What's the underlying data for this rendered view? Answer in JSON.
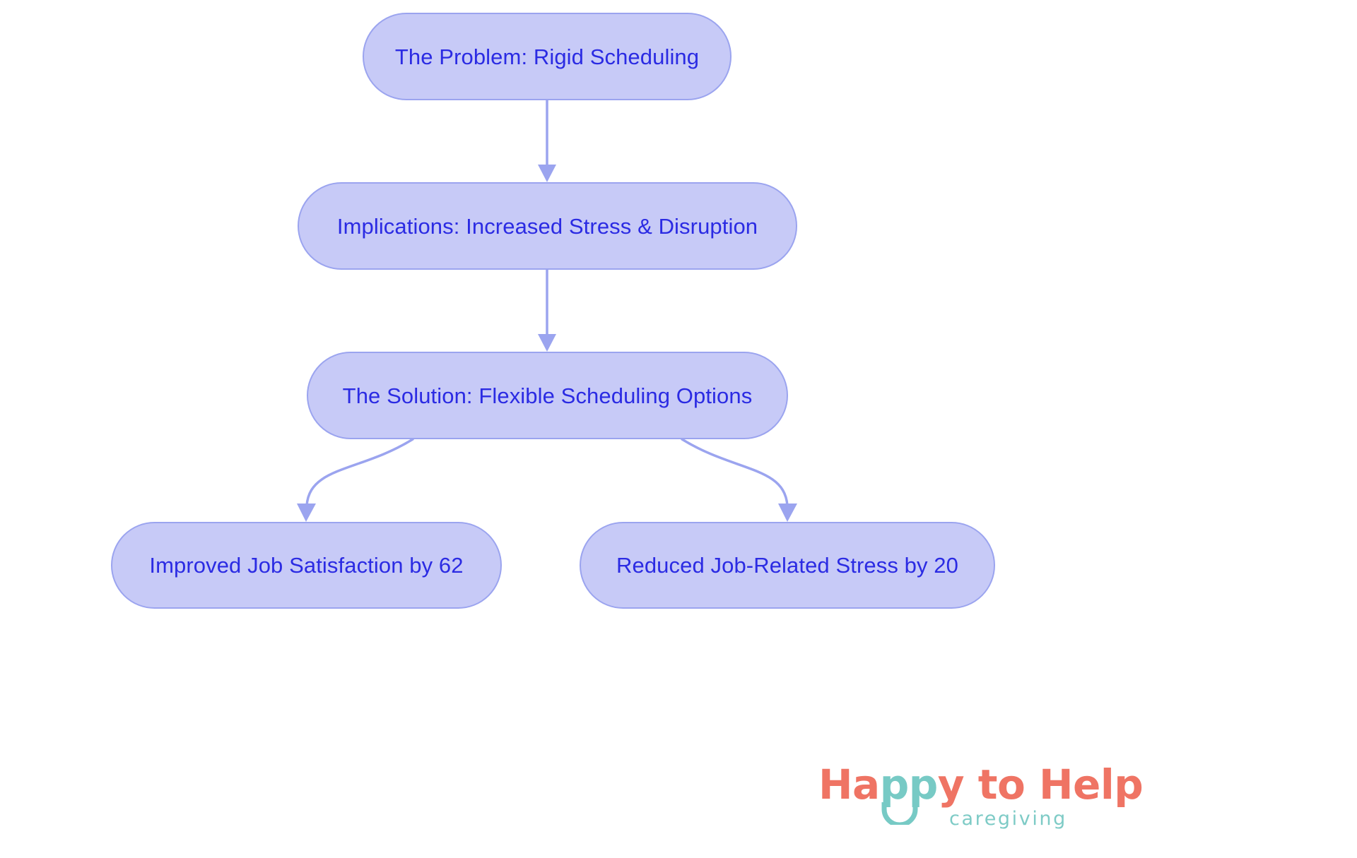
{
  "diagram": {
    "type": "flowchart",
    "direction": "top-down",
    "background_color": "#ffffff",
    "node_fill_color": "#c7caf7",
    "node_border_color": "#9ba4ef",
    "node_text_color": "#2b2be3",
    "edge_color": "#9ba4ef",
    "nodes": [
      {
        "id": "problem",
        "label": "The Problem: Rigid Scheduling"
      },
      {
        "id": "implications",
        "label": "Implications: Increased Stress & Disruption"
      },
      {
        "id": "solution",
        "label": "The Solution: Flexible Scheduling Options"
      },
      {
        "id": "satisfaction",
        "label": "Improved Job Satisfaction by 62"
      },
      {
        "id": "stress",
        "label": "Reduced Job-Related Stress by 20"
      }
    ],
    "edges": [
      {
        "from": "problem",
        "to": "implications",
        "style": "straight-arrow"
      },
      {
        "from": "implications",
        "to": "solution",
        "style": "straight-arrow"
      },
      {
        "from": "solution",
        "to": "satisfaction",
        "style": "curved-arrow"
      },
      {
        "from": "solution",
        "to": "stress",
        "style": "curved-arrow"
      }
    ]
  },
  "logo": {
    "word_part_1": "Ha",
    "word_part_2": "pp",
    "word_part_3": "y to Help",
    "tagline": "caregiving",
    "coral_color": "#ef7464",
    "teal_color": "#77cac5"
  }
}
